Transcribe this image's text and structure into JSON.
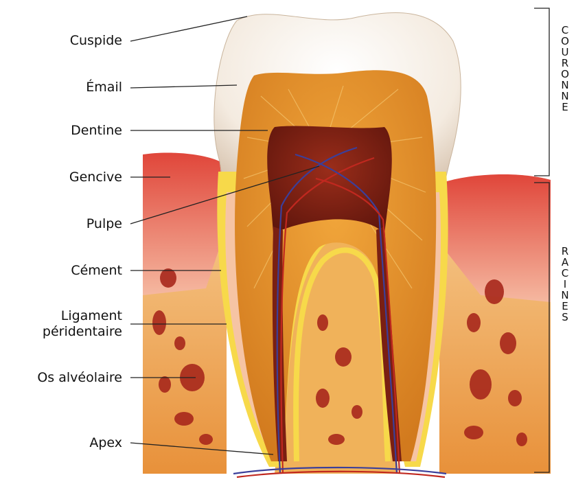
{
  "labels": {
    "cuspide": "Cuspide",
    "email": "Émail",
    "dentine": "Dentine",
    "gencive": "Gencive",
    "pulpe": "Pulpe",
    "cement": "Cément",
    "ligament_line1": "Ligament",
    "ligament_line2": "péridentaire",
    "os": "Os alvéolaire",
    "apex": "Apex"
  },
  "brackets": {
    "couronne": [
      "C",
      "O",
      "U",
      "R",
      "O",
      "N",
      "N",
      "E"
    ],
    "racines": [
      "R",
      "A",
      "C",
      "I",
      "N",
      "E",
      "S"
    ]
  },
  "colors": {
    "enamel": "#f6efe6",
    "dentin": "#e79a32",
    "pulp": "#7a1f12",
    "gum": "#d9342b",
    "bone": "#f0a94a",
    "cementum": "#f7d94a",
    "vessel_blue": "#3b3f9a",
    "vessel_red": "#c0281f"
  }
}
